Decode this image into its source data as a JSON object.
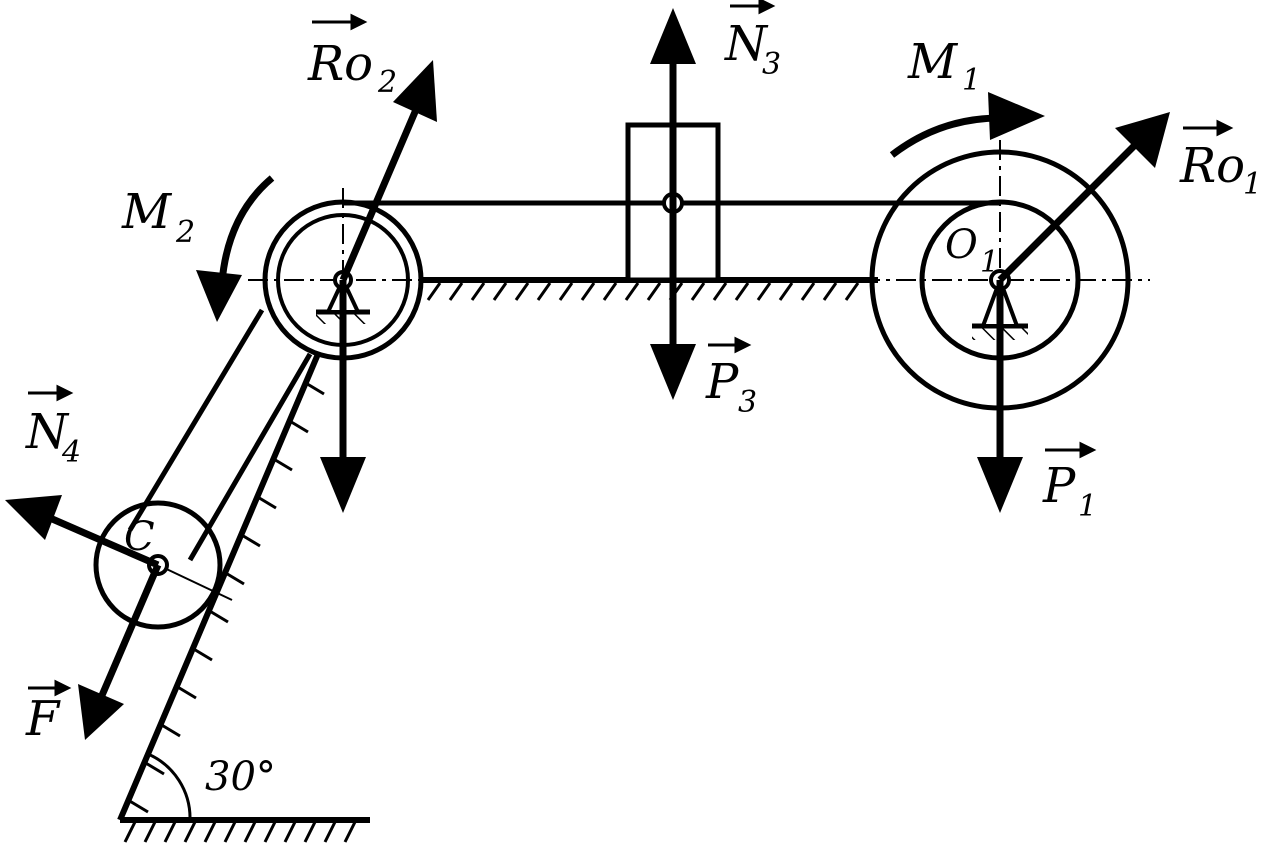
{
  "labels": {
    "ro2": {
      "main": "Ro",
      "sub": "2"
    },
    "n3": {
      "main": "N",
      "sub": "3"
    },
    "m1": {
      "main": "M",
      "sub": "1"
    },
    "ro1": {
      "main": "Ro",
      "sub": "1"
    },
    "m2": {
      "main": "M",
      "sub": "2"
    },
    "o1": {
      "main": "O",
      "sub": "1"
    },
    "p3": {
      "main": "P",
      "sub": "3"
    },
    "p1": {
      "main": "P",
      "sub": "1"
    },
    "n4": {
      "main": "N",
      "sub": "4"
    },
    "c": {
      "main": "C"
    },
    "f": {
      "main": "F"
    },
    "angle": "30°"
  }
}
